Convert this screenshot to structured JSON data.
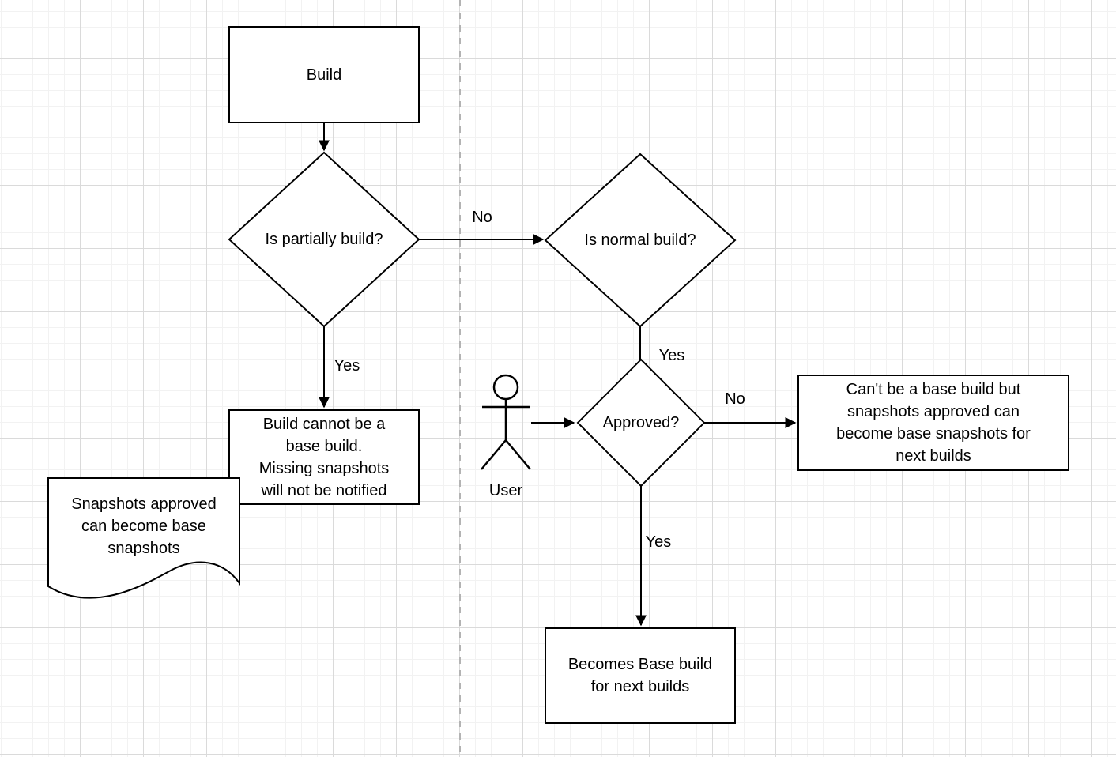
{
  "canvas": {
    "background_color": "#ffffff",
    "grid_minor_color": "#f2f2f2",
    "grid_major_color": "#dadada",
    "divider_color": "#b3b3b3",
    "shape_stroke_color": "#000000",
    "shape_fill_color": "#ffffff",
    "text_color": "#000000"
  },
  "nodes": {
    "build": {
      "label": "Build"
    },
    "is_partially_build": {
      "label": "Is partially build?"
    },
    "is_normal_build": {
      "label": "Is normal build?"
    },
    "approved": {
      "label": "Approved?"
    },
    "reject_info": {
      "lines": [
        "Build cannot be a",
        "base build.",
        "Missing snapshots",
        "will not be notified"
      ]
    },
    "snapshot_note": {
      "lines": [
        "Snapshots approved",
        "can become base",
        "snapshots"
      ]
    },
    "cant_be_base": {
      "lines": [
        "Can't be a base build but",
        "snapshots approved can",
        "become base snapshots for",
        "next builds"
      ]
    },
    "becomes_base": {
      "lines": [
        "Becomes Base build",
        "for next builds"
      ]
    },
    "user": {
      "label": "User"
    }
  },
  "edge_labels": {
    "partial_to_normal": "No",
    "partial_to_reject": "Yes",
    "normal_to_approved": "Yes",
    "approved_to_cant": "No",
    "approved_to_becomes": "Yes"
  }
}
